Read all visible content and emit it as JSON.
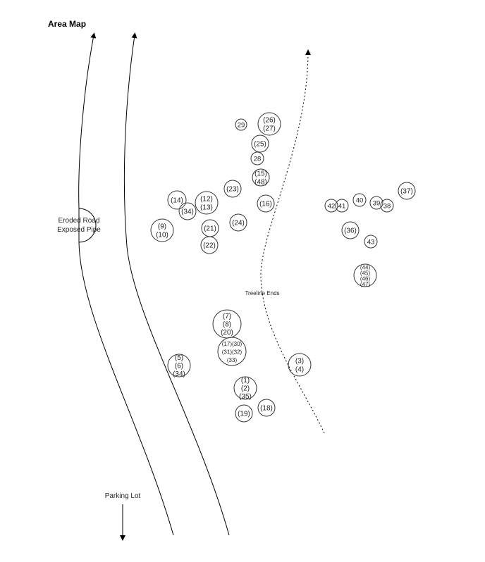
{
  "title": "Area Map",
  "labels": {
    "eroded_road_line1": "Eroded Road",
    "eroded_road_line2": "Exposed Pipe",
    "treeline": "Treeline Ends",
    "parking_lot": "Parking Lot"
  },
  "markers": [
    {
      "id": "m29",
      "lines": [
        "29"
      ]
    },
    {
      "id": "m26-27",
      "lines": [
        "(26)",
        "(27)"
      ]
    },
    {
      "id": "m25",
      "lines": [
        "(25)"
      ]
    },
    {
      "id": "m28",
      "lines": [
        "28"
      ]
    },
    {
      "id": "m15-48",
      "lines": [
        "(15)",
        "(48)"
      ]
    },
    {
      "id": "m23",
      "lines": [
        "(23)"
      ]
    },
    {
      "id": "m16",
      "lines": [
        "(16)"
      ]
    },
    {
      "id": "m14",
      "lines": [
        "(14)"
      ]
    },
    {
      "id": "m34a",
      "lines": [
        "(34)"
      ]
    },
    {
      "id": "m12-13",
      "lines": [
        "(12)",
        "(13)"
      ]
    },
    {
      "id": "m24",
      "lines": [
        "(24)"
      ]
    },
    {
      "id": "m9-10",
      "lines": [
        "(9)",
        "(10)"
      ]
    },
    {
      "id": "m21",
      "lines": [
        "(21)"
      ]
    },
    {
      "id": "m22",
      "lines": [
        "(22)"
      ]
    },
    {
      "id": "m42",
      "lines": [
        "42"
      ]
    },
    {
      "id": "m41",
      "lines": [
        "41"
      ]
    },
    {
      "id": "m40",
      "lines": [
        "40"
      ]
    },
    {
      "id": "m39",
      "lines": [
        "39"
      ]
    },
    {
      "id": "m38",
      "lines": [
        "38"
      ]
    },
    {
      "id": "m37",
      "lines": [
        "(37)"
      ]
    },
    {
      "id": "m36",
      "lines": [
        "(36)"
      ]
    },
    {
      "id": "m43",
      "lines": [
        "43"
      ]
    },
    {
      "id": "m44-47",
      "lines": [
        "(44)",
        "(45)",
        "(46)",
        "(47)"
      ]
    },
    {
      "id": "m7-8-20",
      "lines": [
        "(7)",
        "(8)",
        "(20)"
      ]
    },
    {
      "id": "m17-33",
      "lines": [
        "(17)(30)",
        "(31)(32)",
        "(33)"
      ]
    },
    {
      "id": "m5-6-34",
      "lines": [
        "(5)",
        "(6)",
        "(34)"
      ]
    },
    {
      "id": "m1-2-35",
      "lines": [
        "(1)",
        "(2)",
        "(35)"
      ]
    },
    {
      "id": "m19",
      "lines": [
        "(19)"
      ]
    },
    {
      "id": "m18",
      "lines": [
        "(18)"
      ]
    },
    {
      "id": "m3-4",
      "lines": [
        "(3)",
        "(4)"
      ]
    }
  ]
}
